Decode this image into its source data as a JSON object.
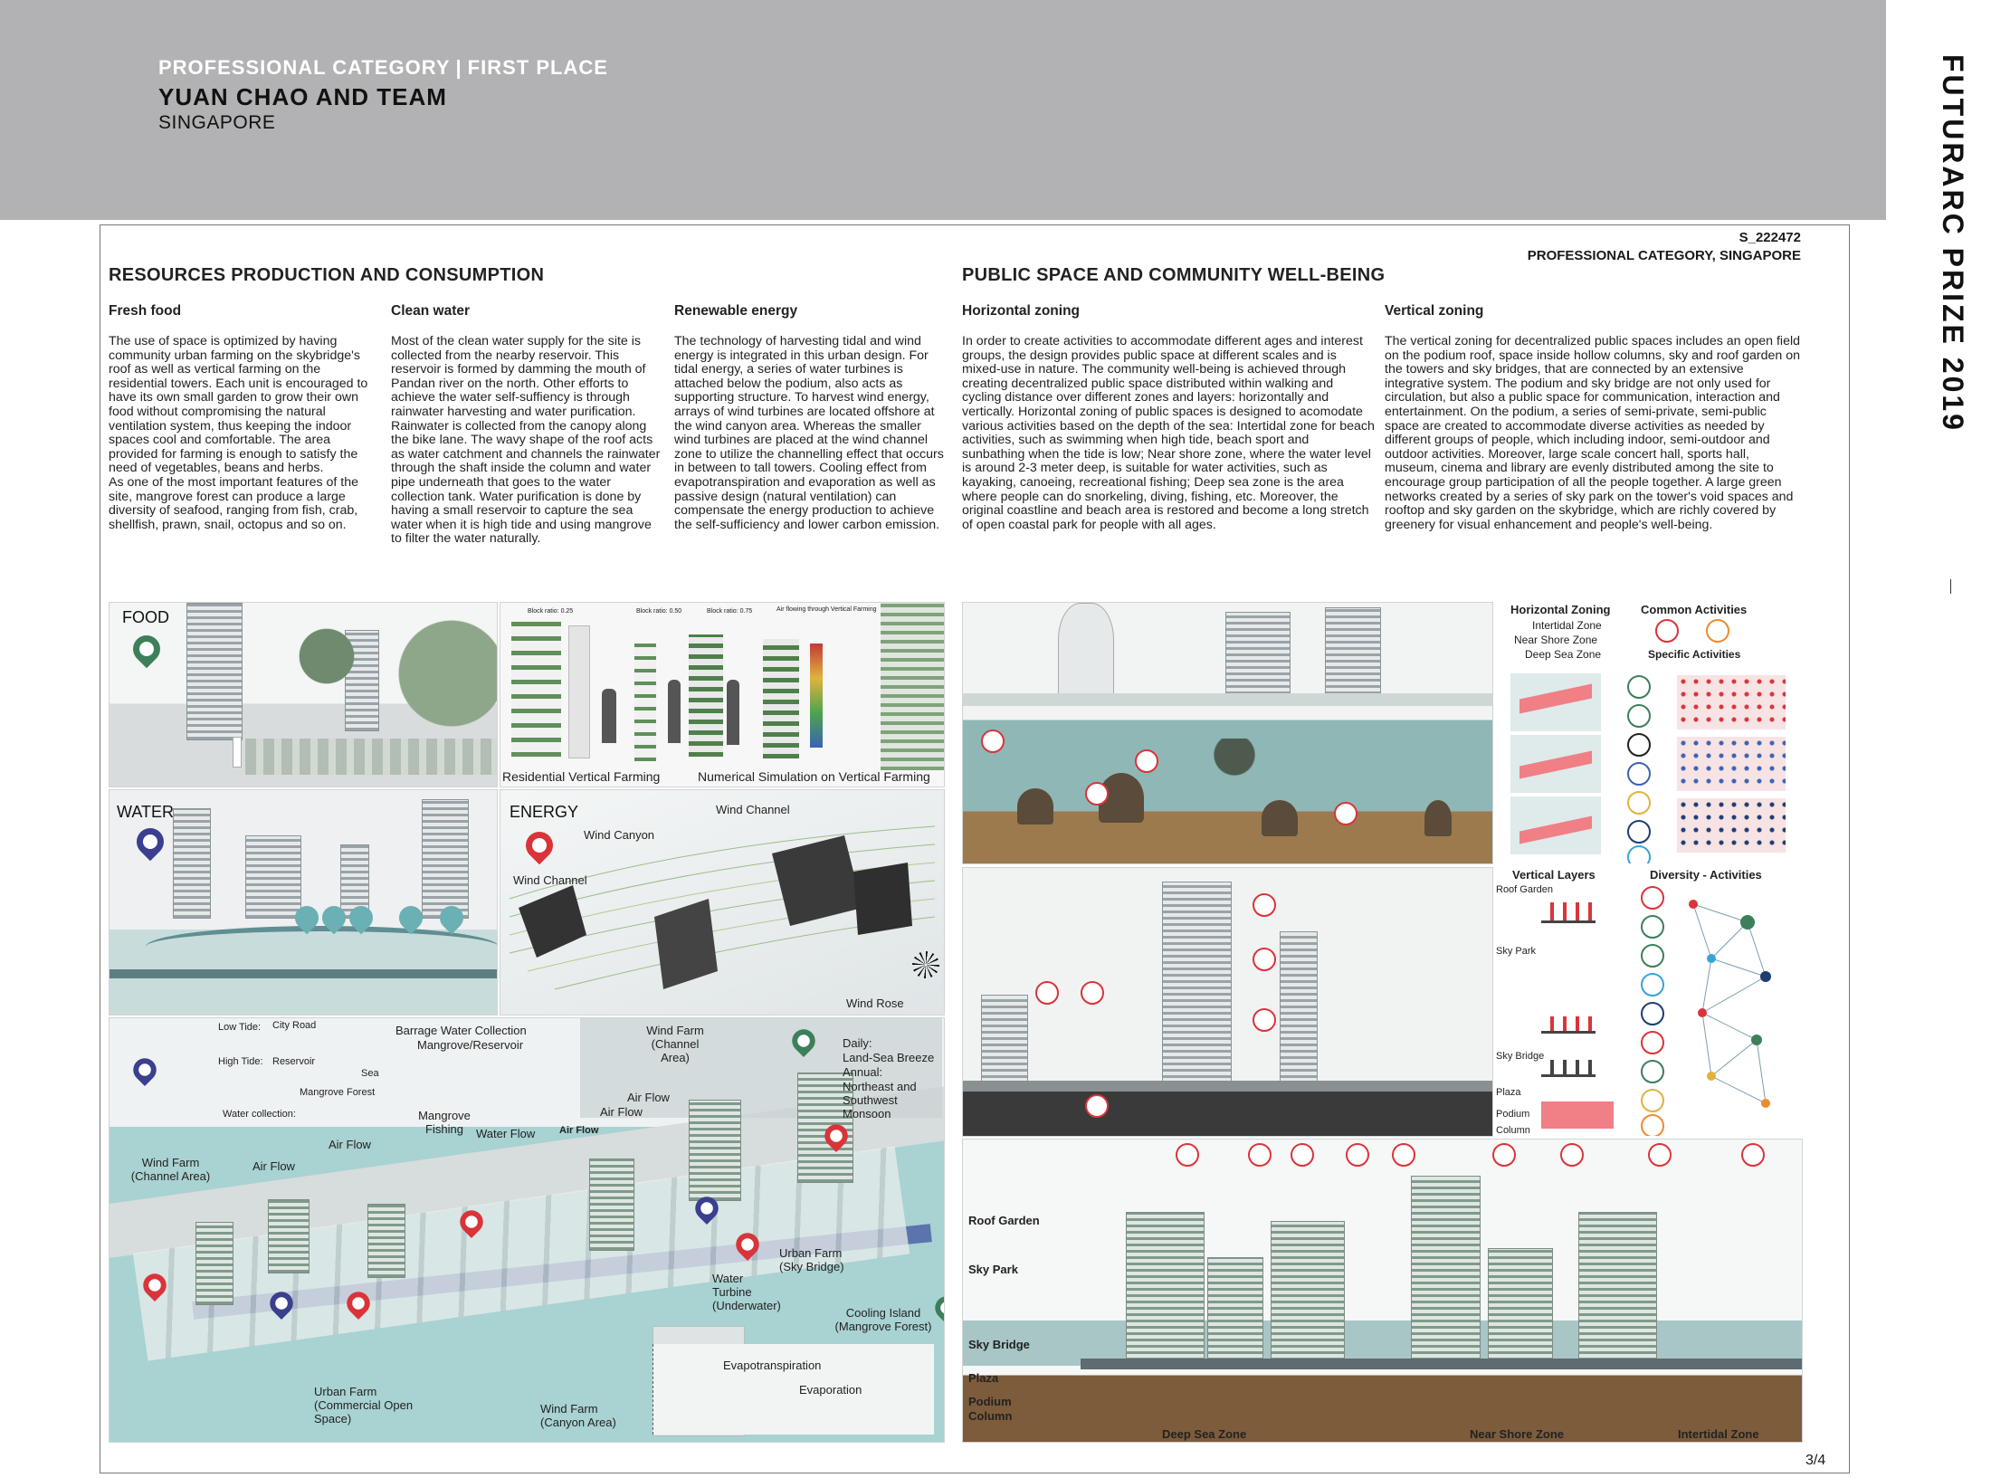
{
  "header": {
    "category": "PROFESSIONAL CATEGORY",
    "separator": "|",
    "place": "FIRST PLACE",
    "team": "YUAN CHAO AND TEAM",
    "country": "SINGAPORE"
  },
  "side_title": "FUTURARC PRIZE 2019",
  "board": {
    "code": "S_222472",
    "category": "PROFESSIONAL CATEGORY, SINGAPORE",
    "page": "3/4"
  },
  "sections": {
    "resources": {
      "title": "RESOURCES PRODUCTION AND CONSUMPTION",
      "columns": [
        {
          "heading": "Fresh food",
          "body": "The use of space is optimized by having community urban farming on the skybridge's roof as well as vertical farming on the residential towers. Each unit is encouraged to have its own small garden to grow their own food without compromising the natural ventilation system, thus keeping the indoor spaces cool and comfortable. The area provided for farming is enough to satisfy the need of vegetables, beans and herbs.\nAs one of the most important features of the site, mangrove forest can produce a large diversity of seafood, ranging from fish, crab, shellfish, prawn, snail, octopus and so on."
        },
        {
          "heading": "Clean water",
          "body": "Most of the clean water supply for the site is collected from the nearby reservoir. This reservoir is formed by damming the mouth of Pandan river on the north. Other efforts to achieve the water self-suffiency is through rainwater harvesting and water purification. Rainwater is collected from the canopy along the bike lane. The wavy shape of the roof acts as water catchment and channels the rainwater through the shaft inside the column and water pipe underneath that goes to the water collection tank. Water purification is done by having a small reservoir to capture the sea water when it is high tide and using mangrove to filter the water naturally."
        },
        {
          "heading": "Renewable energy",
          "body": "The technology of harvesting tidal and wind energy is integrated in this urban design. For tidal energy, a series of water turbines is attached below the podium, also acts as supporting structure. To harvest wind energy, arrays of wind turbines are located offshore at the wind canyon area. Whereas the smaller wind turbines are placed at the wind channel zone to utilize the channelling effect that occurs in between to tall towers. Cooling effect from evapotranspiration and evaporation as well as passive design (natural ventilation) can compensate the energy production to achieve the self-sufficiency and lower carbon emission."
        }
      ]
    },
    "public": {
      "title": "PUBLIC SPACE AND COMMUNITY WELL-BEING",
      "columns": [
        {
          "heading": "Horizontal zoning",
          "body": "In order to create activities to accommodate different ages and interest groups, the design provides public space at different scales and is mixed-use in nature. The community well-being is achieved through creating decentralized public space distributed within walking and cycling distance over different zones and layers: horizontally and vertically. Horizontal zoning of public spaces is designed to acomodate various activities based on the depth of the sea: Intertidal zone for beach activities, such as swimming when high tide, beach sport and sunbathing when the tide is low; Near shore zone, where the water level is around 2-3 meter deep, is suitable for water activities, such as kayaking, canoeing, recreational fishing; Deep sea zone is the area where people can do snorkeling, diving, fishing, etc. Moreover, the original coastline and beach area is restored and become a long stretch of open coastal park for people with all ages."
        },
        {
          "heading": "Vertical zoning",
          "body": "The vertical zoning for decentralized public spaces includes an open field on the podium roof, space inside hollow columns, sky and roof garden on the towers and sky bridges, that are connected by an extensive integrative system. The podium and sky bridge are not only used for circulation, but also a public space for communication, interaction and entertainment. On the podium, a series of semi-private, semi-public space are created to accommodate diverse activities as needed by different groups of people, which including indoor, semi-outdoor and outdoor activities. Moreover, large scale concert hall, sports hall, museum, cinema and library are evenly distributed among the site to encourage group participation of all the people together. A large green networks created by a series of sky park on the tower's void spaces and rooftop and sky garden on the skybridge, which are richly covered by greenery for visual enhancement and people's well-being."
        }
      ]
    }
  },
  "diagrams": {
    "food": {
      "label": "FOOD"
    },
    "farming": {
      "left_caption": "Residential Vertical Farming",
      "right_caption": "Numerical Simulation on Vertical Farming",
      "block_labels": [
        "Block ratio: 0.25",
        "Block ratio: 0.50",
        "Block ratio: 0.75"
      ],
      "legend_title": "Air flowing through Vertical Farming"
    },
    "water": {
      "label": "WATER"
    },
    "energy": {
      "label": "ENERGY",
      "wind_channel_top": "Wind Channel",
      "wind_canyon": "Wind Canyon",
      "wind_channel_left": "Wind Channel",
      "wind_rose": "Wind Rose"
    },
    "master": {
      "low_tide": "Low Tide:",
      "city_road": "City Road",
      "high_tide": "High Tide:",
      "reservoir": "Reservoir",
      "sea": "Sea",
      "mangrove_forest": "Mangrove Forest",
      "water_collection": "Water collection:",
      "barrage": "Barrage Water Collection",
      "mangrove_reservoir": "Mangrove/Reservoir",
      "wind_farm_channel": "Wind Farm (Channel Area)",
      "daily": "Daily:",
      "land_sea": "Land-Sea Breeze",
      "annual": "Annual:",
      "monsoon": "Northeast and Southwest Monsoon",
      "air_flow_1": "Air Flow",
      "air_flow_2": "Air Flow",
      "air_flow_3": "Air Flow",
      "air_flow_4": "Air Flow",
      "air_flow_bold": "Air Flow",
      "mangrove_fishing": "Mangrove Fishing",
      "water_flow": "Water Flow",
      "wind_farm_left": "Wind Farm (Channel Area)",
      "urban_farm_sky": "Urban Farm (Sky Bridge)",
      "water_turbine": "Water Turbine (Underwater)",
      "cooling": "Cooling Island (Mangrove Forest)",
      "evapotranspiration": "Evapotranspiration",
      "evaporation": "Evaporation",
      "urban_farm_open": "Urban Farm (Commercial Open Space)",
      "wind_farm_canyon": "Wind Farm (Canyon Area)"
    },
    "horizontal": {
      "title": "Horizontal Zoning",
      "zones": [
        "Intertidal Zone",
        "Near Shore Zone",
        "Deep Sea Zone"
      ],
      "common": "Common Activities",
      "specific": "Specific Activities"
    },
    "vertical": {
      "title": "Vertical Layers",
      "layers": [
        "Roof Garden",
        "Sky Park",
        "Sky Bridge",
        "Plaza",
        "Podium",
        "Column"
      ],
      "diversity": "Diversity - Activities"
    },
    "section": {
      "layers": [
        "Roof Garden",
        "Sky Park",
        "Sky Bridge",
        "Plaza",
        "Podium",
        "Column"
      ],
      "zones": [
        "Deep Sea Zone",
        "Near Shore Zone",
        "Intertidal Zone"
      ]
    }
  },
  "colors": {
    "band": "#b2b2b4",
    "red": "#d9343a",
    "blue": "#3a3f8f",
    "green": "#3d7f5a",
    "sea": "#a9d2d2",
    "sand": "#9c7a4e"
  }
}
